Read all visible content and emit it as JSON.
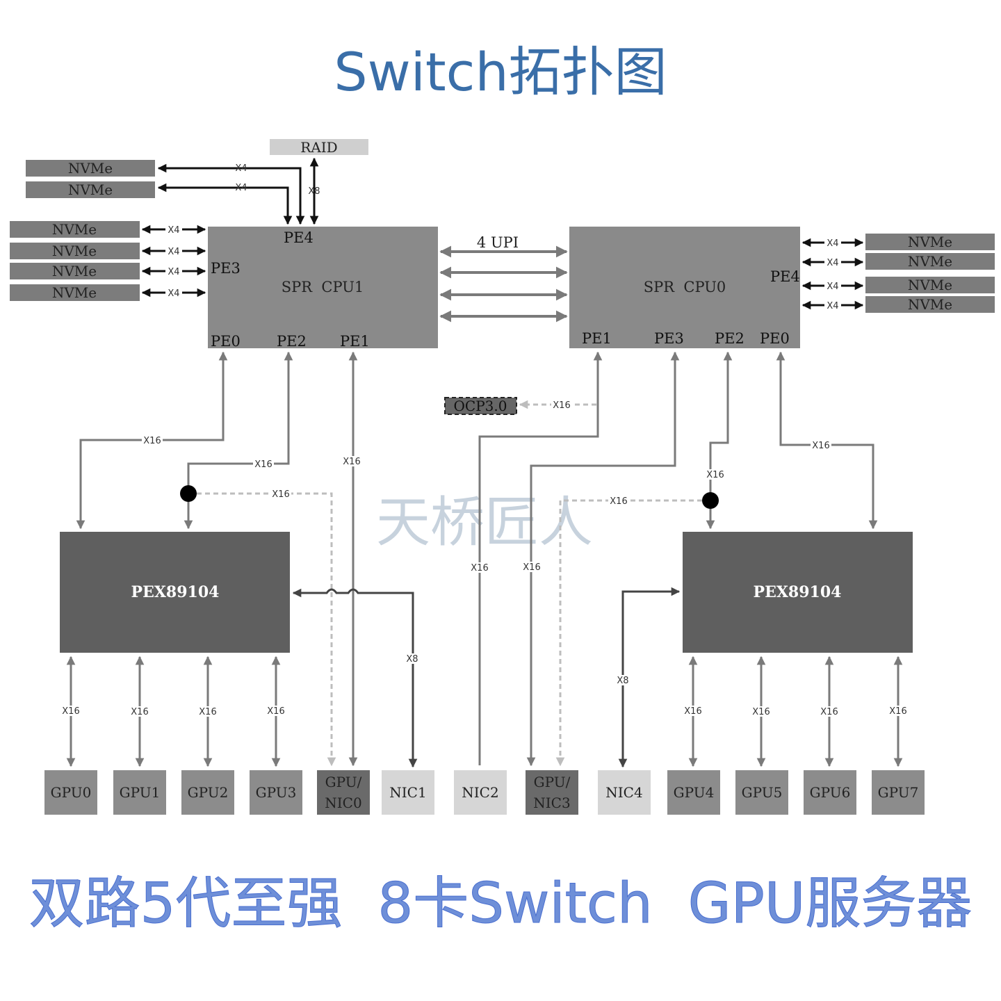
{
  "title": "Switch拓扑图",
  "subtitle": "双路5代至强  8卡Switch  GPU服务器",
  "watermark": "天桥匠人",
  "raid": {
    "label": "RAID",
    "link": "X8"
  },
  "cpu1": {
    "label": "SPR  CPU1",
    "ports": {
      "pe4": "PE4",
      "pe3": "PE3",
      "pe0": "PE0",
      "pe2": "PE2",
      "pe1": "PE1"
    },
    "nvme_top": [
      {
        "label": "NVMe",
        "link": "X4"
      },
      {
        "label": "NVMe",
        "link": "X4"
      }
    ],
    "nvme_left": [
      {
        "label": "NVMe",
        "link": "X4"
      },
      {
        "label": "NVMe",
        "link": "X4"
      },
      {
        "label": "NVMe",
        "link": "X4"
      },
      {
        "label": "NVMe",
        "link": "X4"
      }
    ]
  },
  "cpu0": {
    "label": "SPR  CPU0",
    "ports": {
      "pe4": "PE4",
      "pe1": "PE1",
      "pe3": "PE3",
      "pe2": "PE2",
      "pe0": "PE0"
    },
    "nvme_right": [
      {
        "label": "NVMe",
        "link": "X4"
      },
      {
        "label": "NVMe",
        "link": "X4"
      },
      {
        "label": "NVMe",
        "link": "X4"
      },
      {
        "label": "NVMe",
        "link": "X4"
      }
    ]
  },
  "upi": {
    "label": "4 UPI"
  },
  "ocp": {
    "label": "OCP3.0",
    "link": "X16"
  },
  "switch_left": {
    "label": "PEX89104"
  },
  "switch_right": {
    "label": "PEX89104"
  },
  "links": {
    "cpu1_pe0": "X16",
    "cpu1_pe2": "X16",
    "cpu1_pe2_dashed": "X16",
    "cpu1_pe1": "X16",
    "nic0_switch": "X8",
    "cpu0_pe1": "X16",
    "cpu0_pe3": "X16",
    "cpu0_pe2": "X16",
    "cpu0_pe2_dashed": "X16",
    "cpu0_pe0": "X16",
    "nic4_switch": "X8"
  },
  "gpus_left": [
    {
      "label": "GPU0",
      "link": "X16"
    },
    {
      "label": "GPU1",
      "link": "X16"
    },
    {
      "label": "GPU2",
      "link": "X16"
    },
    {
      "label": "GPU3",
      "link": "X16"
    }
  ],
  "gpus_right": [
    {
      "label": "GPU4",
      "link": "X16"
    },
    {
      "label": "GPU5",
      "link": "X16"
    },
    {
      "label": "GPU6",
      "link": "X16"
    },
    {
      "label": "GPU7",
      "link": "X16"
    }
  ],
  "slots_mid": [
    {
      "line1": "GPU/",
      "line2": "NIC0"
    },
    {
      "line1": "NIC1"
    },
    {
      "line1": "NIC2"
    },
    {
      "line1": "GPU/",
      "line2": "NIC3"
    },
    {
      "line1": "NIC4"
    }
  ],
  "colors": {
    "title": "#3a6ea8",
    "subtitle": "#6e8fd8",
    "cpu": "#8a8a8a",
    "switch": "#5f5f5f",
    "nvme": "#7c7c7c",
    "gpu": "#8c8c8c",
    "nic": "#d6d6d6",
    "gpu_nic": "#6a6a6a",
    "raid": "#cfcfcf",
    "link": "#7a7a7a"
  }
}
